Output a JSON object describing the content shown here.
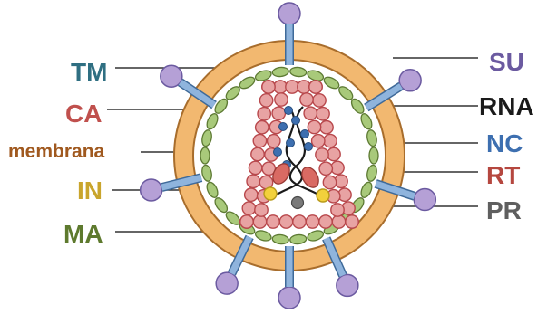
{
  "labels": {
    "TM": "TM",
    "CA": "CA",
    "membrana": "membrana",
    "IN": "IN",
    "MA": "MA",
    "SU": "SU",
    "RNA": "RNA",
    "NC": "NC",
    "RT": "RT",
    "PR": "PR"
  },
  "colors": {
    "TM": "#2f6f82",
    "CA": "#c0504d",
    "membrana": "#a0591f",
    "IN": "#c9a52c",
    "MA": "#5e7a2e",
    "SU": "#6b5aa0",
    "RNA": "#1a1a1a",
    "NC": "#3d6fb0",
    "RT": "#b5473f",
    "PR": "#5f5f5f",
    "membrane_fill": "#f2b870",
    "membrane_stroke": "#a86d2c",
    "matrix_fill": "#a8c97a",
    "matrix_stroke": "#5d7a33",
    "capsid_fill": "#e8a3a3",
    "capsid_stroke": "#b8484c",
    "stem_fill": "#8fb4dd",
    "stem_stroke": "#3f6a99",
    "knob_fill": "#b5a0d6",
    "knob_stroke": "#6b5aa0"
  }
}
